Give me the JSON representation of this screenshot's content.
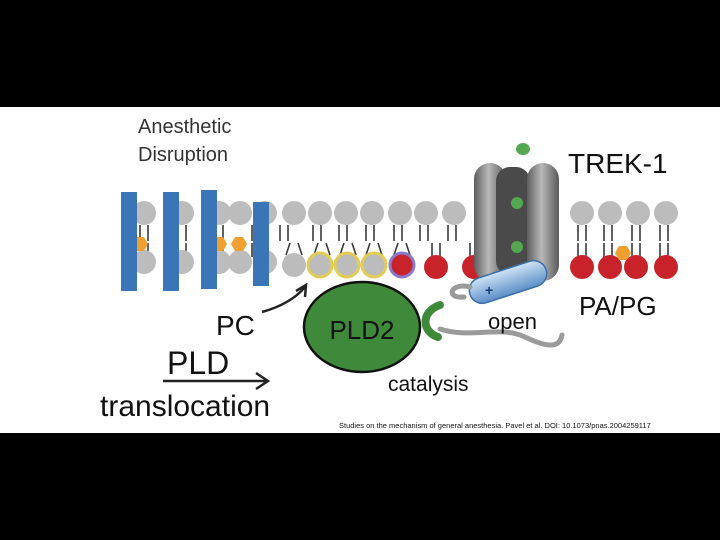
{
  "figure": {
    "labels": {
      "anesthetic_line1": "Anesthetic",
      "anesthetic_line2": "Disruption",
      "trek": "TREK-1",
      "pa_pg": "PA/PG",
      "pc": "PC",
      "pld2": "PLD2",
      "open": "open",
      "pld_line1": "PLD",
      "pld_line2": "translocation",
      "catalysis": "catalysis",
      "channel_charge": "+"
    },
    "citation": "Studies on the mechanism of general anesthesia. Pavel et al. DOI: 10.1073/pnas.2004259117"
  },
  "colors": {
    "background": "#000000",
    "panel": "#ffffff",
    "anesthetic_bar": "#3a75b8",
    "lipid_head": "#bcbcbc",
    "pa_head": "#c8232a",
    "pc_ring": "#e2cc55",
    "pld2": "#3f8a3a",
    "channel": "#8f8f8f",
    "cholesterol": "#f0a030",
    "ion": "#55a851",
    "cap": "#4a90d9"
  }
}
